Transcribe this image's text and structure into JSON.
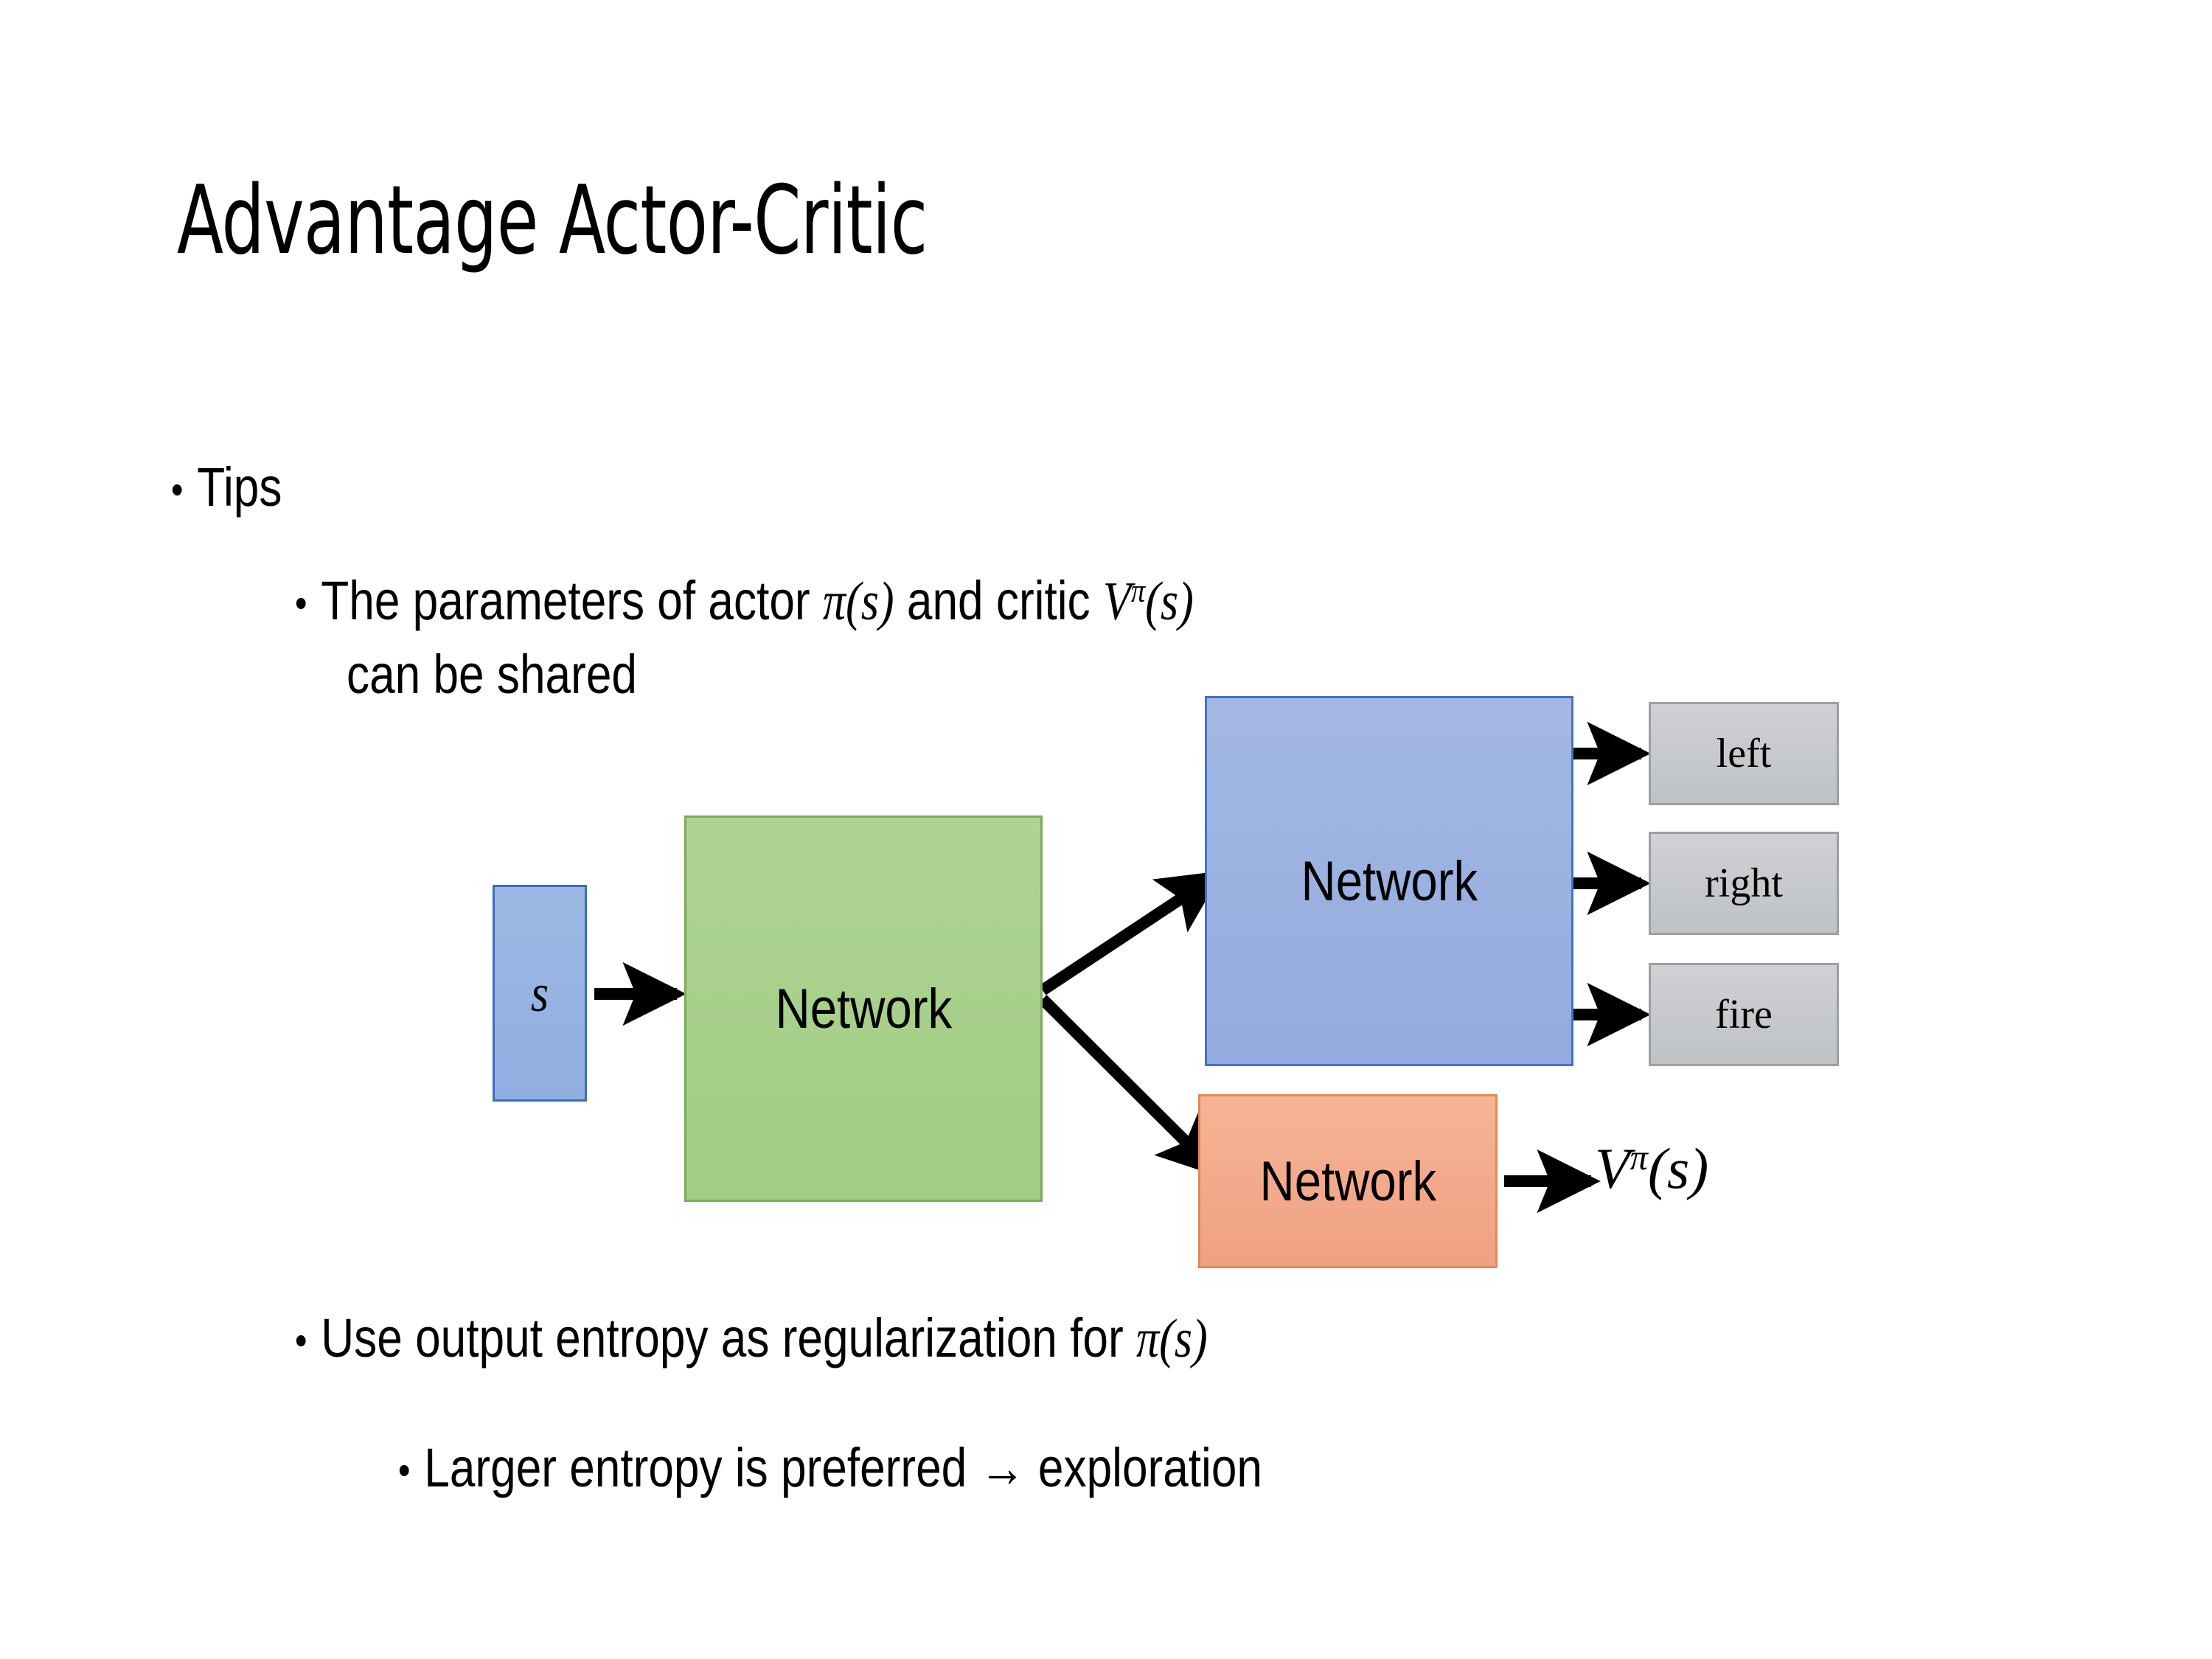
{
  "slide": {
    "title": "Advantage Actor-Critic",
    "background": "#ffffff"
  },
  "bullets": {
    "tips": {
      "marker": "•",
      "text": "Tips"
    },
    "shared_line1_prefix": "The parameters of actor ",
    "shared_line1_math1": "π(s)",
    "shared_line1_mid": "  and critic ",
    "shared_line1_math2_base": "V",
    "shared_line1_math2_sup": "π",
    "shared_line1_math2_arg": "(s)",
    "shared_line2": "can be shared",
    "entropy_prefix": "Use output entropy as regularization for ",
    "entropy_math": "π(s)",
    "larger_entropy": "Larger entropy is preferred → exploration",
    "marker": "•"
  },
  "diagram": {
    "state_box": {
      "label": "s",
      "fill": "#95b3e0",
      "border": "#3b6fbd"
    },
    "shared_network": {
      "label": "Network",
      "fill": "#a9d18e",
      "border": "#7daa5d"
    },
    "actor_network": {
      "label": "Network",
      "fill": "#9ab0e0",
      "border": "#4472c4"
    },
    "critic_network": {
      "label": "Network",
      "fill": "#f4a98a",
      "border": "#e08a52"
    },
    "action_outputs": [
      {
        "label": "left",
        "fill": "#c6c9cc",
        "border": "#9c9fa3"
      },
      {
        "label": "right",
        "fill": "#c6c9cc",
        "border": "#9c9fa3"
      },
      {
        "label": "fire",
        "fill": "#c6c9cc",
        "border": "#9c9fa3"
      }
    ],
    "value_output": {
      "base": "V",
      "sup": "π",
      "arg": "(s)"
    },
    "arrow_color": "#000000"
  }
}
